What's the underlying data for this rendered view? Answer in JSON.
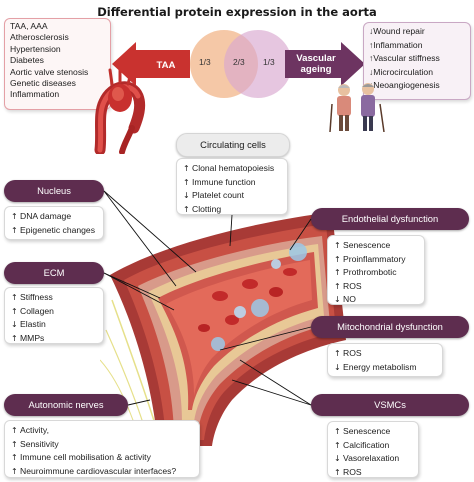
{
  "title": "Differential protein expression in the aorta",
  "left_conditions": [
    "TAA, AAA",
    "Atherosclerosis",
    "Hypertension",
    "Diabetes",
    "Aortic valve stenosis",
    "Genetic diseases",
    "Inflammation"
  ],
  "taa_label": "TAA",
  "vascular_ageing_label": "Vascular ageing",
  "venn": {
    "left": "1/3",
    "middle": "2/3",
    "right": "1/3"
  },
  "ageing_effects": [
    {
      "arrow": "↓",
      "text": "Wound repair"
    },
    {
      "arrow": "↑",
      "text": "Inflammation"
    },
    {
      "arrow": "↑",
      "text": "Vascular stiffness"
    },
    {
      "arrow": "↓",
      "text": "Microcirculation"
    },
    {
      "arrow": "↓",
      "text": "Neoangiogenesis"
    }
  ],
  "circulating_cells": {
    "label": "Circulating cells",
    "items": [
      {
        "arrow": "↑",
        "text": "Clonal hematopoiesis"
      },
      {
        "arrow": "↑",
        "text": "Immune function"
      },
      {
        "arrow": "↓",
        "text": "Platelet count"
      },
      {
        "arrow": "↑",
        "text": "Clotting"
      }
    ]
  },
  "nucleus": {
    "label": "Nucleus",
    "items": [
      {
        "arrow": "↑",
        "text": "DNA damage"
      },
      {
        "arrow": "↑",
        "text": "Epigenetic changes"
      }
    ]
  },
  "ecm": {
    "label": "ECM",
    "items": [
      {
        "arrow": "↑",
        "text": "Stiffness"
      },
      {
        "arrow": "↑",
        "text": "Collagen"
      },
      {
        "arrow": "↓",
        "text": "Elastin"
      },
      {
        "arrow": "↑",
        "text": "MMPs"
      }
    ]
  },
  "autonomic_nerves": {
    "label": "Autonomic nerves",
    "items": [
      {
        "arrow": "↑",
        "text": "Activity,"
      },
      {
        "arrow": "↑",
        "text": "Sensitivity"
      },
      {
        "arrow": "↑",
        "text": "Immune cell mobilisation & activity"
      },
      {
        "arrow": "↑",
        "text": "Neuroimmune cardiovascular interfaces?"
      }
    ]
  },
  "endothelial_dysfunction": {
    "label": "Endothelial dysfunction",
    "items": [
      {
        "arrow": "↑",
        "text": "Senescence"
      },
      {
        "arrow": "↑",
        "text": "Proinflammatory"
      },
      {
        "arrow": "↑",
        "text": "Prothrombotic"
      },
      {
        "arrow": "↑",
        "text": "ROS"
      },
      {
        "arrow": "↓",
        "text": "NO"
      }
    ]
  },
  "mitochondrial_dysfunction": {
    "label": "Mitochondrial dysfunction",
    "items": [
      {
        "arrow": "↑",
        "text": "ROS"
      },
      {
        "arrow": "↓",
        "text": "Energy metabolism"
      }
    ]
  },
  "vsmcs": {
    "label": "VSMCs",
    "items": [
      {
        "arrow": "↑",
        "text": "Senescence"
      },
      {
        "arrow": "↑",
        "text": "Calcification"
      },
      {
        "arrow": "↓",
        "text": "Vasorelaxation"
      },
      {
        "arrow": "↑",
        "text": "ROS"
      }
    ]
  },
  "colors": {
    "pill_dark": "#5e2d4f",
    "arrow_red": "#c9322f",
    "arrow_purple": "#6d3461",
    "venn_orange": "#f2b58a",
    "venn_purple": "#d8a8cf",
    "vessel_red": "#b8403a",
    "list_box_border": "#e4a0a6"
  }
}
